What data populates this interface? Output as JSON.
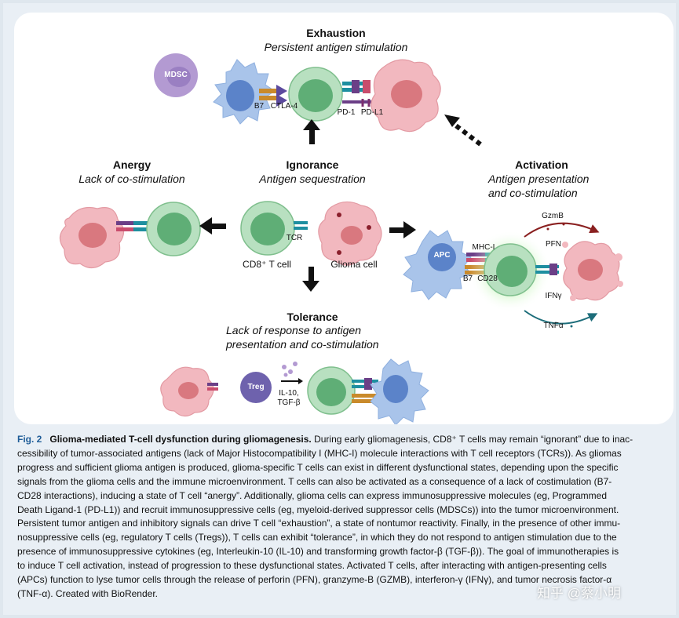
{
  "figure": {
    "exhaustion": {
      "title": "Exhaustion",
      "subtitle": "Persistent antigen stimulation"
    },
    "anergy": {
      "title": "Anergy",
      "subtitle": "Lack of co-stimulation"
    },
    "ignorance": {
      "title": "Ignorance",
      "subtitle": "Antigen sequestration"
    },
    "activation": {
      "title": "Activation",
      "subtitle_line1": "Antigen presentation",
      "subtitle_line2": "and co-stimulation"
    },
    "tolerance": {
      "title": "Tolerance",
      "subtitle_line1": "Lack of response to antigen",
      "subtitle_line2": "presentation and co-stimulation"
    },
    "labels": {
      "mdsc": "MDSC",
      "b7": "B7",
      "ctla4": "CTLA-4",
      "pd1": "PD-1",
      "pdl1": "PD-L1",
      "tcr": "TCR",
      "cd8_t_cell": "CD8⁺ T cell",
      "glioma_cell": "Glioma cell",
      "apc": "APC",
      "mhc1": "MHC-I",
      "b7_act": "B7",
      "cd28": "CD28",
      "gzmb": "GzmB",
      "pfn": "PFN",
      "ifng": "IFNγ",
      "tnfa": "TNFα",
      "treg": "Treg",
      "il10": "IL-10,",
      "tgfb": "TGF-β"
    },
    "colors": {
      "tcell": "#8cc99a",
      "tcell_nucleus": "#3f9c63",
      "glioma": "#f2b8bf",
      "glioma_nucleus": "#d9787f",
      "apc": "#a9c4ea",
      "apc_nucleus": "#5b83c9",
      "mdsc": "#b39ad2",
      "treg": "#6e62ad"
    }
  },
  "caption": {
    "fig_label": "Fig. 2",
    "title": "Glioma-mediated T-cell dysfunction during gliomagenesis.",
    "line1": "During early gliomagenesis, CD8⁺ T cells may remain “ignorant” due to inac-",
    "line2": "cessibility of tumor-associated antigens (lack of Major Histocompatibility I (MHC-I) molecule interactions with T cell receptors (TCRs)). As gliomas",
    "line3": "progress and sufficient glioma antigen is produced, glioma-specific T cells can exist in different dysfunctional states, depending upon the specific",
    "line4": "signals from the glioma cells and the immune microenvironment. T cells can also be activated as a consequence of a lack of costimulation (B7-",
    "line5": "CD28 interactions), inducing a state of T cell “anergy”. Additionally, glioma cells can express immunosuppressive molecules (eg, Programmed",
    "line6": "Death Ligand-1 (PD-L1)) and recruit immunosuppressive cells (eg, myeloid-derived suppressor cells (MDSCs)) into the tumor microenvironment.",
    "line7": "Persistent tumor antigen and inhibitory signals can drive T cell “exhaustion”, a state of nontumor reactivity. Finally, in the presence of other immu-",
    "line8": "nosuppressive cells (eg, regulatory T cells (Tregs)), T cells can exhibit “tolerance”, in which they do not respond to antigen stimulation due to the",
    "line9": "presence of immunosuppressive cytokines (eg, Interleukin-10 (IL-10) and transforming growth factor-β (TGF-β)). The goal of immunotherapies is",
    "line10": "to induce T cell activation, instead of progression to these dysfunctional states. Activated T cells, after interacting with antigen-presenting cells",
    "line11": "(APCs) function to lyse tumor cells through the release of perforin (PFN), granzyme-B (GZMB), interferon-γ (IFNγ), and tumor necrosis factor-α",
    "line12": "(TNF-α). Created with BioRender."
  },
  "watermark": "知乎 @蔡小明"
}
